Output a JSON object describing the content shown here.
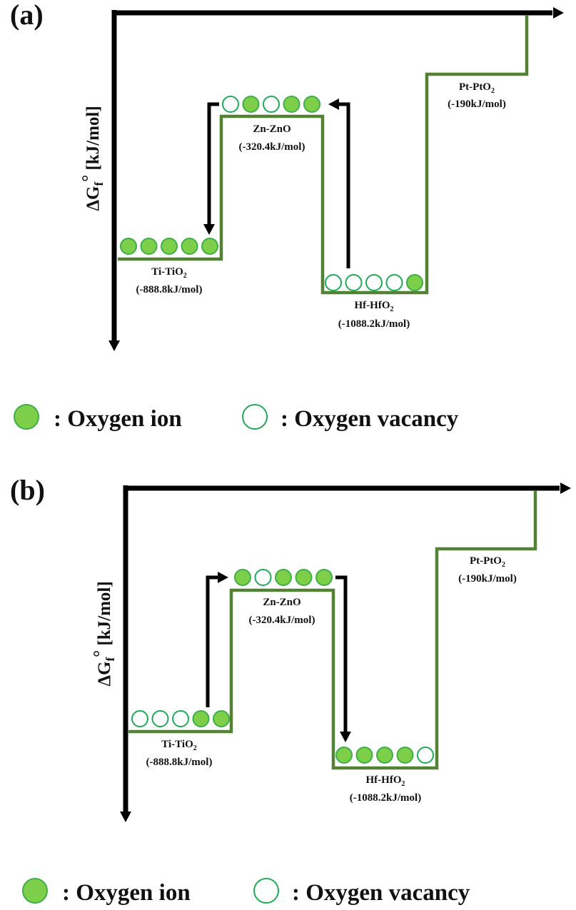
{
  "colors": {
    "axis": "#000000",
    "level_line": "#548235",
    "ion_fill": "#7dcf4a",
    "ion_stroke": "#3fae49",
    "vacancy_fill": "#ffffff",
    "vacancy_stroke": "#1faa55",
    "arrow": "#000000"
  },
  "legend": {
    "ion_label": ": Oxygen ion",
    "vacancy_label": ": Oxygen vacancy"
  },
  "y_axis_label": {
    "delta_g": "ΔG",
    "subscript": "f",
    "degree": "°",
    "units": "[kJ/mol]"
  },
  "panels": [
    {
      "id": "a",
      "label": "(a)",
      "levels": [
        {
          "name": "Ti-TiO",
          "sub": "2",
          "value": "(-888.8kJ/mol)",
          "energy_kj_mol": -888.8,
          "sites": [
            "ion",
            "ion",
            "ion",
            "ion",
            "ion"
          ]
        },
        {
          "name": "Zn-ZnO",
          "sub": "",
          "value": "(-320.4kJ/mol)",
          "energy_kj_mol": -320.4,
          "sites": [
            "vacancy",
            "ion",
            "vacancy",
            "ion",
            "ion"
          ]
        },
        {
          "name": "Hf-HfO",
          "sub": "2",
          "value": "(-1088.2kJ/mol)",
          "energy_kj_mol": -1088.2,
          "sites": [
            "vacancy",
            "vacancy",
            "vacancy",
            "vacancy",
            "ion"
          ]
        },
        {
          "name": "Pt-PtO",
          "sub": "2",
          "value": "(-190kJ/mol)",
          "energy_kj_mol": -190,
          "sites": []
        }
      ],
      "transfers": [
        {
          "from": "Zn-ZnO",
          "to": "Ti-TiO2",
          "direction": "down"
        },
        {
          "from": "Hf-HfO2",
          "to": "Zn-ZnO",
          "direction": "up"
        }
      ]
    },
    {
      "id": "b",
      "label": "(b)",
      "levels": [
        {
          "name": "Ti-TiO",
          "sub": "2",
          "value": "(-888.8kJ/mol)",
          "energy_kj_mol": -888.8,
          "sites": [
            "vacancy",
            "vacancy",
            "vacancy",
            "ion",
            "ion"
          ]
        },
        {
          "name": "Zn-ZnO",
          "sub": "",
          "value": "(-320.4kJ/mol)",
          "energy_kj_mol": -320.4,
          "sites": [
            "ion",
            "vacancy",
            "ion",
            "ion",
            "ion"
          ]
        },
        {
          "name": "Hf-HfO",
          "sub": "2",
          "value": "(-1088.2kJ/mol)",
          "energy_kj_mol": -1088.2,
          "sites": [
            "ion",
            "ion",
            "ion",
            "ion",
            "vacancy"
          ]
        },
        {
          "name": "Pt-PtO",
          "sub": "2",
          "value": "(-190kJ/mol)",
          "energy_kj_mol": -190,
          "sites": []
        }
      ],
      "transfers": [
        {
          "from": "Ti-TiO2",
          "to": "Zn-ZnO",
          "direction": "up"
        },
        {
          "from": "Zn-ZnO",
          "to": "Hf-HfO2",
          "direction": "down"
        }
      ]
    }
  ]
}
